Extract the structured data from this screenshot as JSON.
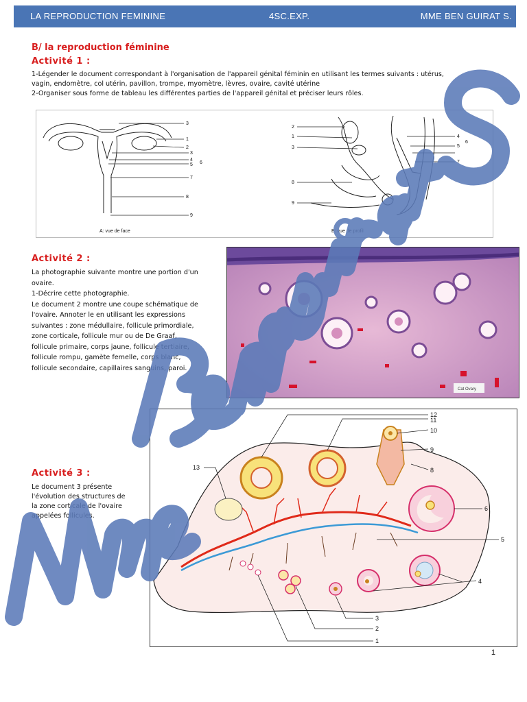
{
  "header": {
    "left": "LA REPRODUCTION   FEMININE",
    "middle": "4SC.EXP.",
    "right": "MME BEN GUIRAT S."
  },
  "section_title": "B/ la reproduction féminine",
  "activite1": {
    "title": "Activité 1 :",
    "line1": "1-Légender le document correspondant à l'organisation de l'appareil génital féminin en utilisant les termes suivants : utérus,",
    "line2": "vagin, endomètre, col utérin, pavillon, trompe, myomètre, lèvres, ovaire, cavité utérine",
    "line3": "2-Organiser sous forme de tableau les différentes parties de l'appareil génital et préciser leurs rôles.",
    "caption_a": "A: vue de face",
    "caption_b": "B: vue de profil",
    "labels_a": [
      "3",
      "1",
      "2",
      "3",
      "4",
      "5",
      "6",
      "7",
      "8",
      "9"
    ],
    "labels_b": [
      "2",
      "1",
      "3",
      "4",
      "5",
      "6",
      "7",
      "8",
      "9",
      "6"
    ]
  },
  "activite2": {
    "title": "Activité 2 :",
    "lines": [
      "La photographie suivante montre une portion d'un",
      "ovaire.",
      "1-Décrire cette photographie.",
      "Le document 2 montre une coupe schématique de",
      "l'ovaire. Annoter le en utilisant les expressions",
      "suivantes : zone médullaire, follicule primordiale,",
      "zone corticale, follicule mur ou de De Graaf,",
      "follicule primaire, corps jaune, follicule tertiaire,",
      "follicule rompu, gamète femelle, corps blanc,",
      "follicule secondaire, capillaires sanguins, paroi."
    ],
    "photo_tag": "Cat Ovary"
  },
  "activite3": {
    "title": "Activité 3 :",
    "lines": [
      "Le document 3 présente",
      "l'évolution des structures de",
      "la zone corticale de l'ovaire",
      "appelées follicules."
    ],
    "labels": [
      "12",
      "11",
      "10",
      "9",
      "8",
      "13",
      "6",
      "5",
      "4",
      "3",
      "2",
      "1"
    ]
  },
  "watermark": "Mme Ben guirat S",
  "page_number": "1",
  "colors": {
    "header_bg": "#4a75b5",
    "title_red": "#d81e1e",
    "watermark": "#5b7ab8"
  }
}
